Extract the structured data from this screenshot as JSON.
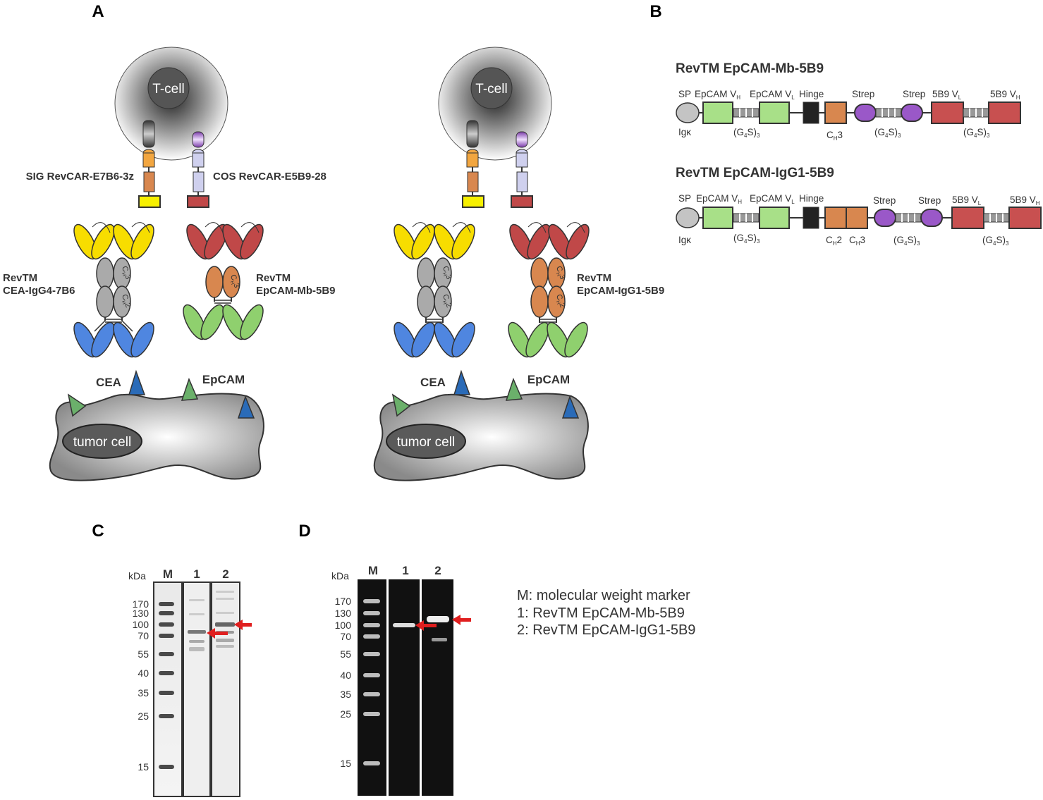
{
  "panels": {
    "a": "A",
    "b": "B",
    "c": "C",
    "d": "D"
  },
  "panel_a": {
    "t_cell": "T-cell",
    "tumor_cell": "tumor cell",
    "receptor_sig": "SIG RevCAR-E7B6-3z",
    "receptor_cos": "COS RevCAR-E5B9-28",
    "left_ab1": [
      "RevTM",
      "CEA-IgG4-7B6"
    ],
    "left_ab2": [
      "RevTM",
      "EpCAM-Mb-5B9"
    ],
    "right_ab2": [
      "RevTM",
      "EpCAM-IgG1-5B9"
    ],
    "antigen_cea": "CEA",
    "antigen_epcam": "EpCAM",
    "ch_main": "C",
    "ch_sub": "H",
    "ch2": "2",
    "ch3": "3"
  },
  "panel_b": {
    "constructs": [
      {
        "title": "RevTM EpCAM-Mb-5B9",
        "top_labels": [
          "SP",
          "EpCAM V",
          "EpCAM V",
          "Hinge",
          "Strep",
          "Strep",
          "5B9 V",
          "5B9 V"
        ],
        "top_subs": [
          "",
          "H",
          "L",
          "",
          "",
          "",
          "L",
          "H"
        ],
        "bottom_labels": [
          "Igκ",
          "(G",
          "S)",
          "C",
          "3",
          "(G",
          "S)",
          "(G",
          "S)"
        ]
      },
      {
        "title": "RevTM EpCAM-IgG1-5B9",
        "top_labels": [
          "SP",
          "EpCAM V",
          "EpCAM V",
          "Hinge",
          "Strep",
          "Strep",
          "5B9 V",
          "5B9 V"
        ],
        "top_subs": [
          "",
          "H",
          "L",
          "",
          "",
          "",
          "L",
          "H"
        ],
        "bottom_labels": [
          "Igκ",
          "(G",
          "S)",
          "C",
          "2",
          "C",
          "3",
          "(G",
          "S)",
          "(G",
          "S)"
        ]
      }
    ],
    "linker_sub4": "4",
    "linker_sub3": "3",
    "ch_sub": "H"
  },
  "gels": {
    "kda": "kDa",
    "lanes": [
      "M",
      "1",
      "2"
    ],
    "markers_c": [
      "170",
      "130",
      "100",
      "70",
      "55",
      "40",
      "35",
      "25",
      "15"
    ],
    "markers_d": [
      "170",
      "130",
      "100",
      "70",
      "55",
      "40",
      "35",
      "25",
      "15"
    ]
  },
  "legend": [
    "M: molecular weight marker",
    "1: RevTM EpCAM-Mb-5B9",
    "2: RevTM EpCAM-IgG1-5B9"
  ],
  "colors": {
    "yellow": "#f7dd00",
    "gray": "#a8a8a8",
    "blue": "#4f86e0",
    "red": "#c04848",
    "green": "#8fd06e",
    "orange": "#d8874f",
    "purple": "#9a58c8",
    "black": "#222222"
  }
}
